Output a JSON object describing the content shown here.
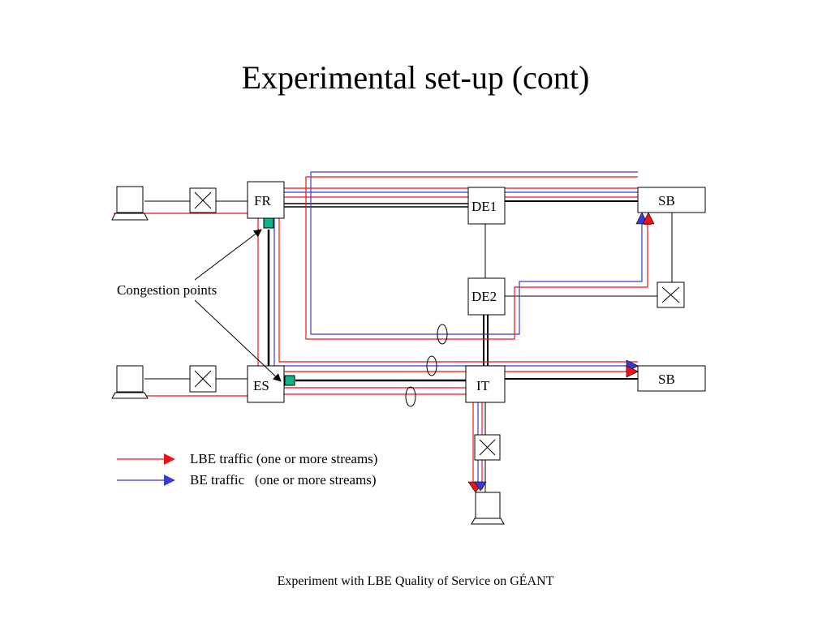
{
  "title": "Experimental set-up (cont)",
  "footer": "Experiment with LBE Quality of Service on GÉANT",
  "nodes": {
    "fr": "FR",
    "es": "ES",
    "de1": "DE1",
    "de2": "DE2",
    "it": "IT",
    "sb_top": "SB",
    "sb_bottom": "SB"
  },
  "callout": "Congestion points",
  "legend": {
    "lbe": "LBE traffic (one or more streams)",
    "be": "BE traffic   (one or more streams)"
  },
  "colors": {
    "lbe": "#e8141b",
    "be": "#3b3bd4",
    "congestion": "#13b38a",
    "link": "#000000"
  }
}
